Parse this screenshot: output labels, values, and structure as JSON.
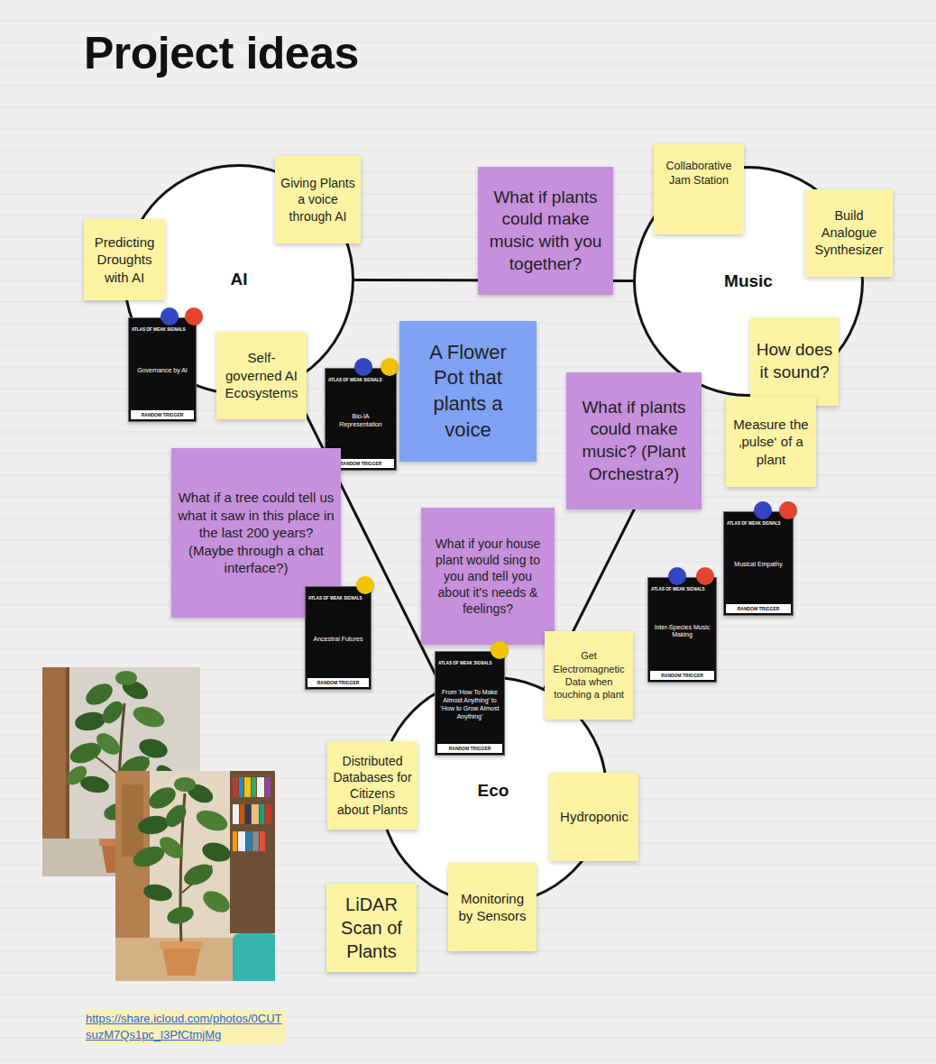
{
  "diagram": {
    "title": "Project ideas",
    "nodes": [
      {
        "text": [
          "AI"
        ]
      },
      {
        "text": [
          "Music"
        ]
      },
      {
        "text": [
          "Eco"
        ]
      },
      {
        "text": [
          "Predicting Droughts with AI"
        ]
      },
      {
        "text": [
          "Giving Plants a voice through AI"
        ]
      },
      {
        "text": [
          "What if plants could make music with you together?"
        ]
      },
      {
        "text": [
          "Collaborative Jam Station"
        ]
      },
      {
        "text": [
          "Build Analogue Synthesizer"
        ]
      },
      {
        "text": [
          "How does it sound?"
        ]
      },
      {
        "text": [
          "ATLAS OF WEAK SIGNALS",
          "Governance by AI",
          "RANDOM TRIGGER"
        ]
      },
      {
        "text": [
          "Self-governed AI Ecosystems"
        ]
      },
      {
        "text": [
          "ATLAS OF WEAK SIGNALS",
          "Bio-IA Representation",
          "RANDOM TRIGGER"
        ]
      },
      {
        "text": [
          "A Flower Pot that plants a voice"
        ]
      },
      {
        "text": [
          "What if plants could make music? (Plant Orchestra?)"
        ]
      },
      {
        "text": [
          "Measure the ‚pulse‘ of a plant"
        ]
      },
      {
        "text": [
          "What if a tree could tell us what it saw in this place in the last 200 years? (Maybe through a chat interface?)"
        ]
      },
      {
        "text": [
          "ATLAS OF WEAK SIGNALS",
          "Musical Empathy",
          "RANDOM TRIGGER"
        ]
      },
      {
        "text": [
          "ATLAS OF WEAK SIGNALS",
          "Ancestral Futures",
          "RANDOM TRIGGER"
        ]
      },
      {
        "text": [
          "What if your house plant would sing to you and tell you about it's needs & feelings?"
        ]
      },
      {
        "text": [
          "ATLAS OF WEAK SIGNALS",
          "Inter-Species Music Making",
          "RANDOM TRIGGER"
        ]
      },
      {
        "text": [
          "ATLAS OF WEAK SIGNALS",
          "From 'How To Make Almost Anything' to 'How to Grow Almost Anything'",
          "RANDOM TRIGGER"
        ]
      },
      {
        "text": [
          "Get Electromagnetic Data when touching a plant"
        ]
      },
      {
        "text": [
          "Distributed Databases for Citizens about Plants"
        ]
      },
      {
        "text": [
          "Hydroponic"
        ]
      },
      {
        "text": [
          "LiDAR Scan of Plants"
        ]
      },
      {
        "text": [
          "Monitoring by Sensors"
        ]
      }
    ],
    "edges": [
      {
        "from": 0,
        "to": 1,
        "arrow": "none"
      },
      {
        "from": 0,
        "to": 2,
        "arrow": "none"
      },
      {
        "from": 1,
        "to": 2,
        "arrow": "none"
      }
    ],
    "labels": [
      "https://share.icloud.com/photos/0CUTsuzM7Qs1pc_l3PfCtmjMg"
    ]
  }
}
